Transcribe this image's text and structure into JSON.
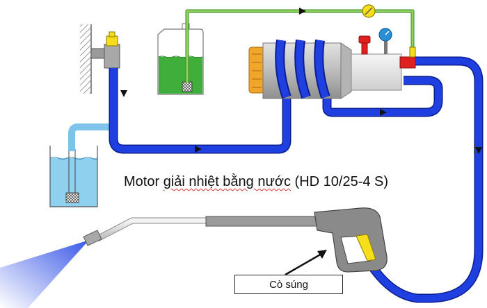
{
  "diagram": {
    "title_prefix": "Motor ",
    "title_underlined": "giải nhiệt bằng nước",
    "title_suffix": " (HD 10/25-4 S)",
    "trigger_label": "Cò súng"
  },
  "colors": {
    "hose": "#1f3fe0",
    "hose_light": "#7ec3ea",
    "detergent_line": "#8fd15a",
    "detergent_liquid": "#3fae3a",
    "water": "#8fd0ef",
    "pump_body": "#c9c9c9",
    "valve_yellow": "#f6df1a",
    "relief_red": "#e02020",
    "filter_orange": "#f2a52b",
    "gauge_blue": "#2a8fd6",
    "spray": "#3b5be8"
  },
  "icons": {
    "tap": "water-tap-icon",
    "wall": "wall-icon",
    "tank": "water-tank-icon",
    "canister": "detergent-canister-icon",
    "pump": "pump-motor-icon",
    "gauge": "pressure-gauge-icon",
    "valve": "metering-valve-icon",
    "gun": "spray-gun-icon"
  }
}
